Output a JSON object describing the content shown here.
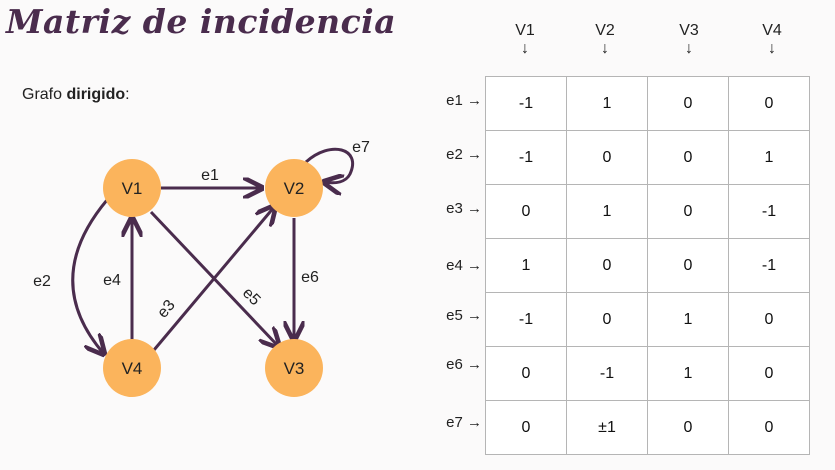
{
  "title": "Matriz de incidencia",
  "subtitle": {
    "prefix": "Grafo ",
    "bold": "dirigido",
    "suffix": ":"
  },
  "graph": {
    "nodes": [
      {
        "id": "V1",
        "label": "V1"
      },
      {
        "id": "V2",
        "label": "V2"
      },
      {
        "id": "V3",
        "label": "V3"
      },
      {
        "id": "V4",
        "label": "V4"
      }
    ],
    "edges": [
      {
        "id": "e1",
        "label": "e1",
        "from": "V1",
        "to": "V2"
      },
      {
        "id": "e2",
        "label": "e2",
        "from": "V1",
        "to": "V4"
      },
      {
        "id": "e3",
        "label": "e3",
        "from": "V4",
        "to": "V2"
      },
      {
        "id": "e4",
        "label": "e4",
        "from": "V4",
        "to": "V1"
      },
      {
        "id": "e5",
        "label": "e5",
        "from": "V1",
        "to": "V3"
      },
      {
        "id": "e6",
        "label": "e6",
        "from": "V2",
        "to": "V3"
      },
      {
        "id": "e7",
        "label": "e7",
        "from": "V2",
        "to": "V2"
      }
    ],
    "node_color": "#fbb45c",
    "edge_color": "#4a2c4d"
  },
  "matrix": {
    "columns": [
      "V1",
      "V2",
      "V3",
      "V4"
    ],
    "col_arrow": "↓",
    "row_arrow": "→",
    "rows": [
      {
        "label": "e1",
        "values": [
          "-1",
          "1",
          "0",
          "0"
        ]
      },
      {
        "label": "e2",
        "values": [
          "-1",
          "0",
          "0",
          "1"
        ]
      },
      {
        "label": "e3",
        "values": [
          "0",
          "1",
          "0",
          "-1"
        ]
      },
      {
        "label": "e4",
        "values": [
          "1",
          "0",
          "0",
          "-1"
        ]
      },
      {
        "label": "e5",
        "values": [
          "-1",
          "0",
          "1",
          "0"
        ]
      },
      {
        "label": "e6",
        "values": [
          "0",
          "-1",
          "1",
          "0"
        ]
      },
      {
        "label": "e7",
        "values": [
          "0",
          "±1",
          "0",
          "0"
        ]
      }
    ]
  }
}
